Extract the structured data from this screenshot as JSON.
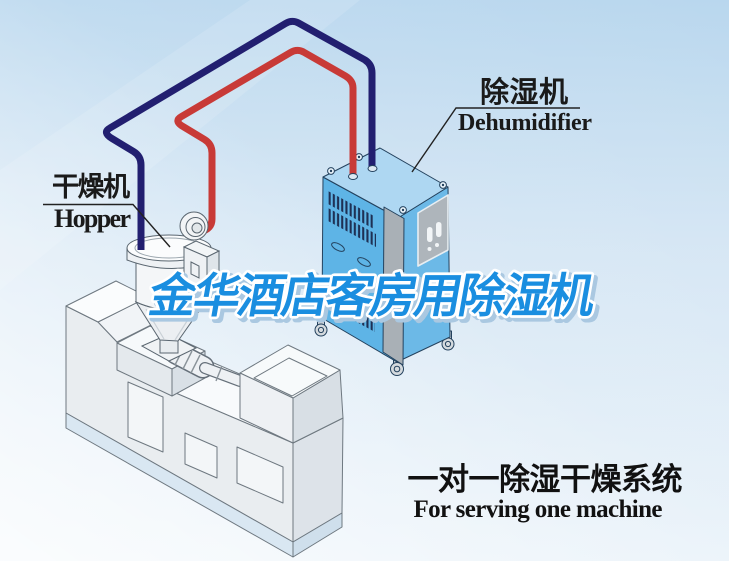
{
  "watermark": {
    "text": "金华酒店客房用除湿机",
    "color": "#1a8ee0",
    "outline": "#ffffff"
  },
  "labels": {
    "hopper": {
      "cn": "干燥机",
      "en": "Hopper"
    },
    "dehumidifier": {
      "cn": "除湿机",
      "en": "Dehumidifier"
    }
  },
  "caption": {
    "cn": "一对一除湿干燥系统",
    "en": "For serving one machine"
  },
  "colors": {
    "supply_pipe_red": "#c83a37",
    "return_pipe_blue": "#221f70",
    "dehumidifier_body_blue": "#5eb4e6",
    "dehumidifier_top_blue": "#aed7f2",
    "corner_post_gray": "#a9b0b6",
    "background_blue": "#b9d7ee"
  }
}
